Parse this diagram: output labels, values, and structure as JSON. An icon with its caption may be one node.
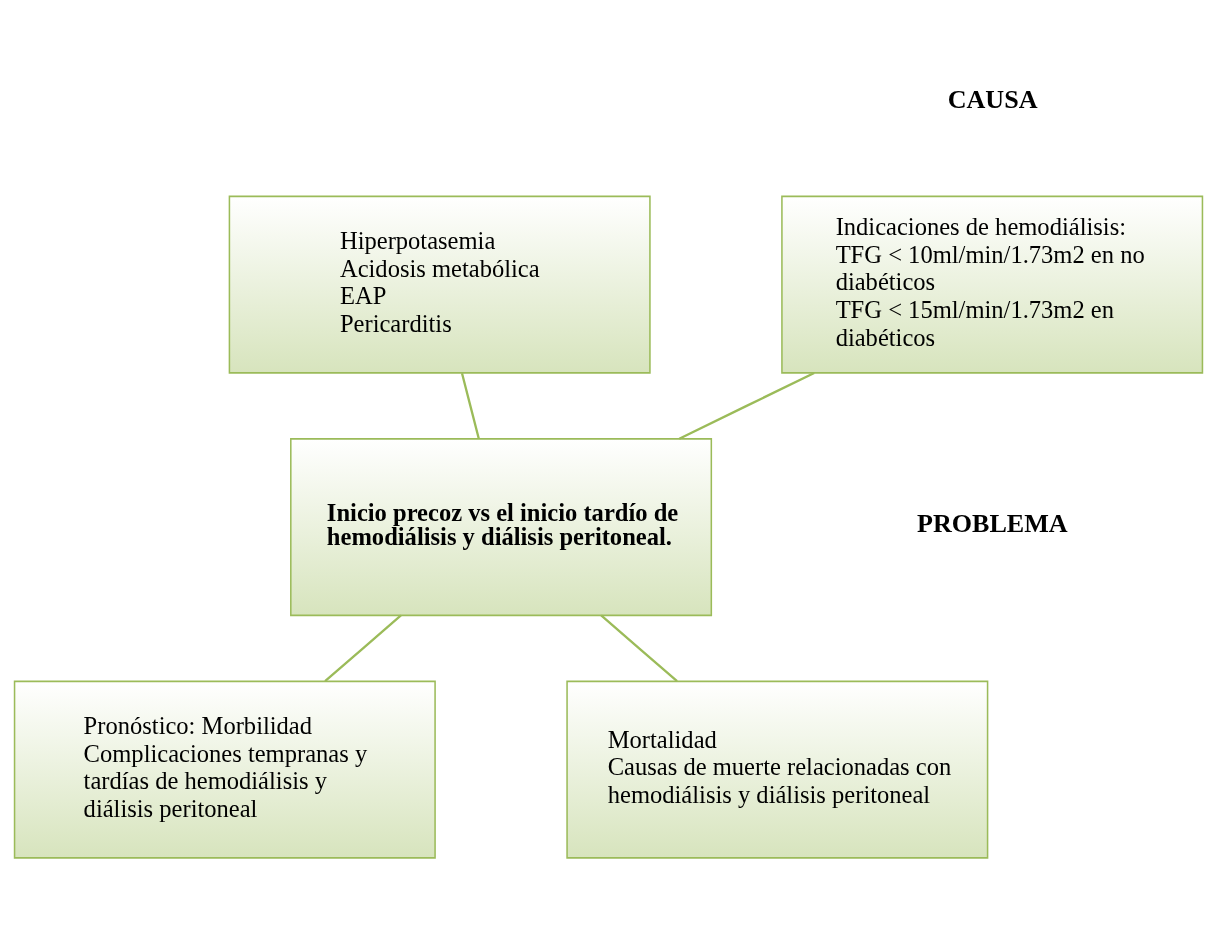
{
  "diagram": {
    "nodes": [
      {
        "text": [
          "Indicaciones de hemodiálisis:",
          "TFG < 10ml/min/1.73m2 en no diabéticos",
          "TFG < 15ml/min/1.73m2 en diabéticos"
        ]
      },
      {
        "text": [
          "Hiperpotasemia",
          "Acidosis metabólica",
          "EAP",
          "Pericarditis"
        ]
      },
      {
        "text": [
          "Inicio precoz vs el inicio tardío de hemodiálisis y diálisis peritoneal."
        ]
      },
      {
        "text": [
          "Pronóstico: Morbilidad",
          "Complicaciones tempranas y tardías de hemodiálisis y diálisis peritoneal"
        ]
      },
      {
        "text": [
          "Mortalidad",
          "Causas de muerte relacionadas con hemodiálisis y diálisis peritoneal"
        ]
      }
    ],
    "edges": [
      {
        "from": 0,
        "to": 2,
        "arrow": "none"
      },
      {
        "from": 1,
        "to": 2,
        "arrow": "none"
      },
      {
        "from": 2,
        "to": 3,
        "arrow": "none"
      },
      {
        "from": 2,
        "to": 4,
        "arrow": "none"
      }
    ],
    "labels": [
      "CAUSA",
      "PROBLEMA"
    ]
  }
}
